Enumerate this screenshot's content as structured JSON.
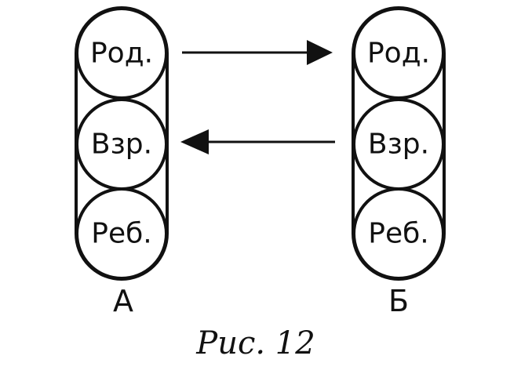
{
  "stacks": [
    {
      "label": "А",
      "circles": [
        "Род.",
        "Взр.",
        "Реб."
      ]
    },
    {
      "label": "Б",
      "circles": [
        "Род.",
        "Взр.",
        "Реб."
      ]
    }
  ],
  "arrows": [
    {
      "from": "А",
      "to": "Б",
      "row": "Род."
    },
    {
      "from": "Б",
      "to": "А",
      "row": "Взр."
    }
  ],
  "caption": "Рис. 12",
  "colors": {
    "ink": "#111111",
    "background": "#ffffff"
  }
}
